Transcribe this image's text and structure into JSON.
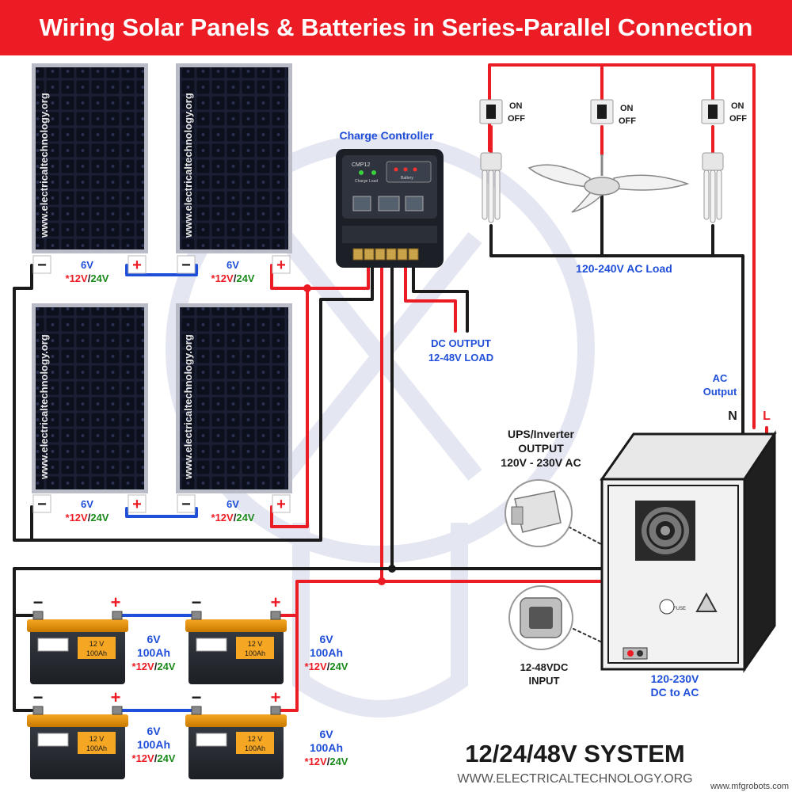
{
  "title": "Wiring Solar Panels & Batteries in Series-Parallel Connection",
  "watermark": "www.electricaltechnology.org",
  "colors": {
    "title_bg": "#ec1c24",
    "positive_wire": "#ec1c24",
    "negative_wire": "#1a1a1a",
    "blue_wire": "#1f4fd8",
    "label_blue": "#1f4fd8",
    "label_red": "#ec1c24",
    "label_green": "#1a8a1a"
  },
  "solar_panels": {
    "voltage": "6V",
    "alt_voltage_red": "*12V",
    "alt_voltage_slash": "/",
    "alt_voltage_green": "24V",
    "minus_symbol": "−",
    "plus_symbol": "+"
  },
  "charge_controller": {
    "label": "Charge Controller",
    "model": "CMP12",
    "indicator_labels": [
      "Charge",
      "Load",
      "Battery"
    ]
  },
  "ac_load": {
    "label": "120-240V AC Load",
    "switch_on": "ON",
    "switch_off": "OFF",
    "devices": [
      "bulb-icon",
      "ceiling-fan-icon",
      "bulb-icon"
    ]
  },
  "dc_output": {
    "line1": "DC OUTPUT",
    "line2": "12-48V LOAD"
  },
  "ac_output": {
    "line1": "AC",
    "line2": "Output",
    "neutral": "N",
    "live": "L"
  },
  "ups": {
    "line1": "UPS/Inverter",
    "line2": "OUTPUT",
    "line3": "120V - 230V AC"
  },
  "inverter": {
    "line1": "120-230V",
    "line2": "DC to AC",
    "fuse": "FUSE"
  },
  "dc_input": {
    "line1": "12-48VDC",
    "line2": "INPUT"
  },
  "batteries": {
    "voltage": "6V",
    "capacity": "100Ah",
    "alt_voltage_red": "*12V",
    "alt_voltage_slash": "/",
    "alt_voltage_green": "24V",
    "label_line1": "12 V",
    "label_line2": "100Ah"
  },
  "system": {
    "label": "12/24/48V SYSTEM",
    "website": "WWW.ELECTRICALTECHNOLOGY.ORG",
    "credit": "www.mfgrobots.com"
  }
}
